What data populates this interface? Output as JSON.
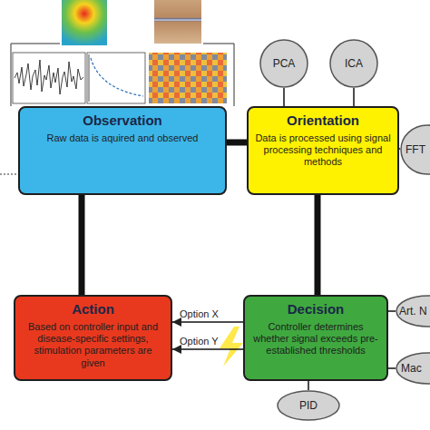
{
  "diagram": {
    "nodes": [
      {
        "text": [
          "PCA"
        ]
      },
      {
        "text": [
          "ICA"
        ]
      },
      {
        "text": [
          "Observation",
          "Raw data is aquired and observed"
        ]
      },
      {
        "text": [
          "Orientation",
          "Data is processed using signal processing techniques and methods"
        ]
      },
      {
        "text": [
          "FFT"
        ]
      },
      {
        "text": [
          "Action",
          "Based on controller input and disease-specific settings, stimulation parameters are given"
        ]
      },
      {
        "text": [
          "Decision",
          "Controller determines whether signal exceeds pre-established thresholds"
        ]
      },
      {
        "text": [
          "Art. N"
        ]
      },
      {
        "text": [
          "Mac"
        ]
      },
      {
        "text": [
          "PID"
        ]
      }
    ],
    "edges": [
      {
        "from": 2,
        "to": 3,
        "arrow": "none"
      },
      {
        "from": 0,
        "to": 3,
        "arrow": "none"
      },
      {
        "from": 1,
        "to": 3,
        "arrow": "none"
      },
      {
        "from": 4,
        "to": 3,
        "arrow": "none"
      },
      {
        "from": 3,
        "to": 6,
        "arrow": "none"
      },
      {
        "from": 2,
        "to": 5,
        "arrow": "none"
      },
      {
        "from": 6,
        "to": 5,
        "label": "Option X",
        "arrow": "to"
      },
      {
        "from": 6,
        "to": 5,
        "label": "Option Y",
        "arrow": "to"
      },
      {
        "from": 7,
        "to": 6,
        "arrow": "none"
      },
      {
        "from": 8,
        "to": 6,
        "arrow": "none"
      },
      {
        "from": 9,
        "to": 6,
        "arrow": "none"
      }
    ]
  }
}
